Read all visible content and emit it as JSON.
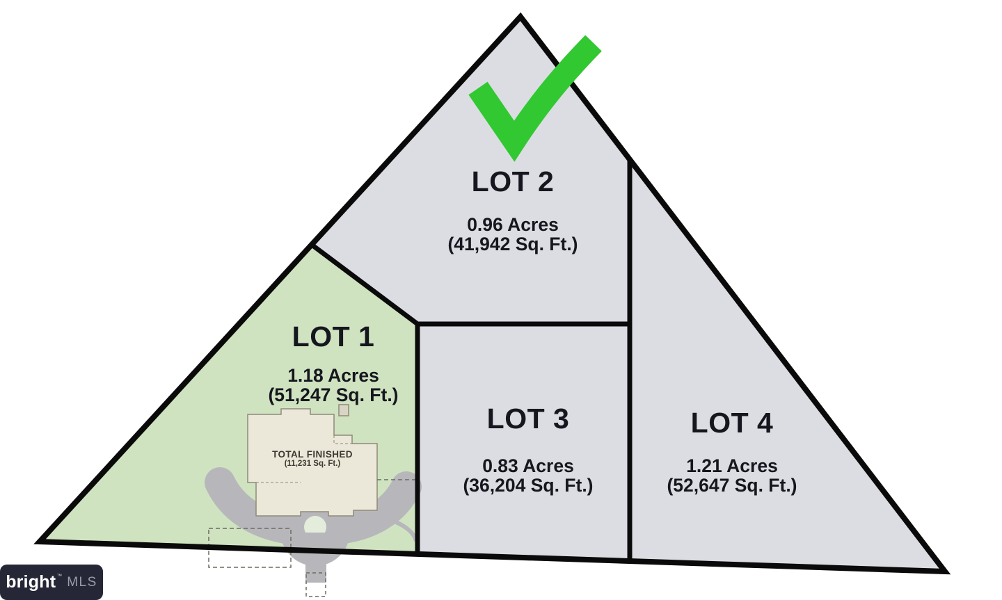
{
  "lots": [
    {
      "name": "LOT 1",
      "acres": "1.18 Acres",
      "sqft": "(51,247 Sq. Ft.)"
    },
    {
      "name": "LOT 2",
      "acres": "0.96 Acres",
      "sqft": "(41,942 Sq. Ft.)"
    },
    {
      "name": "LOT 3",
      "acres": "0.83 Acres",
      "sqft": "(36,204 Sq. Ft.)"
    },
    {
      "name": "LOT 4",
      "acres": "1.21 Acres",
      "sqft": "(52,647 Sq. Ft.)"
    }
  ],
  "house": {
    "total_finished_label": "TOTAL FINISHED",
    "total_finished_sqft": "(11,231 Sq. Ft.)"
  },
  "logo": {
    "brand": "bright",
    "trademark": "™",
    "suffix": "MLS"
  },
  "icons": {
    "checkmark": "green-checkmark-icon"
  },
  "colors": {
    "lot_fill": "#dcdde3",
    "lot1_fill": "#cfe3c0",
    "boundary": "#0a0a0a",
    "checkmark": "#31c831",
    "driveway": "#b7b7bb",
    "house_fill": "#ebe7d9",
    "label_text": "#16161e",
    "logo_bg": "#252736"
  }
}
